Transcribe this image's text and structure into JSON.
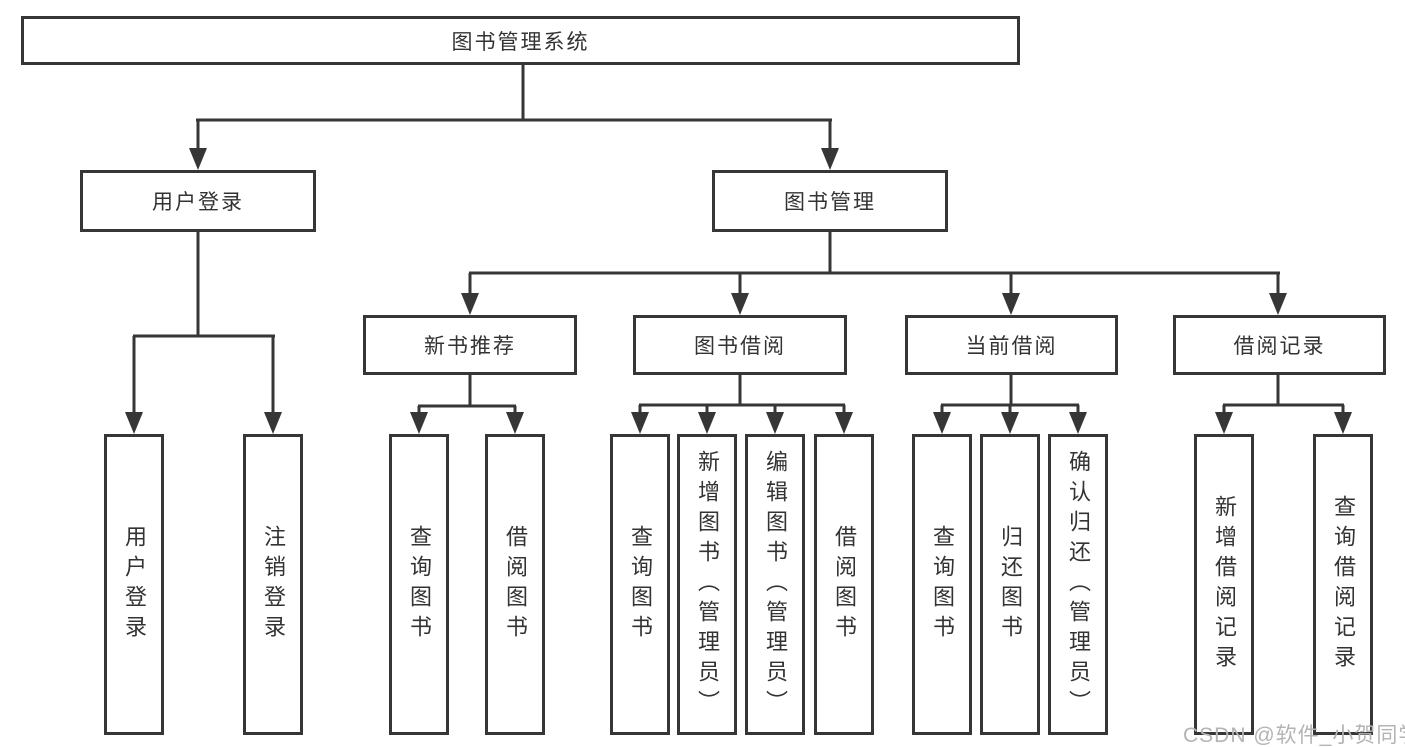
{
  "diagram": {
    "title": "图书管理系统",
    "watermark": "CSDN @软件_小贺同学",
    "colors": {
      "line": "#363636",
      "text": "#333333",
      "watermark": "#b4b4b4",
      "background": "#ffffff"
    },
    "branches": [
      {
        "label": "用户登录",
        "children": [
          {
            "label": "用户登录"
          },
          {
            "label": "注销登录"
          }
        ]
      },
      {
        "label": "图书管理",
        "children": [
          {
            "label": "新书推荐",
            "children": [
              {
                "label": "查询图书"
              },
              {
                "label": "借阅图书"
              }
            ]
          },
          {
            "label": "图书借阅",
            "children": [
              {
                "label": "查询图书"
              },
              {
                "label": "新增图书（管理员）"
              },
              {
                "label": "编辑图书（管理员）"
              },
              {
                "label": "借阅图书"
              }
            ]
          },
          {
            "label": "当前借阅",
            "children": [
              {
                "label": "查询图书"
              },
              {
                "label": "归还图书"
              },
              {
                "label": "确认归还（管理员）"
              }
            ]
          },
          {
            "label": "借阅记录",
            "children": [
              {
                "label": "新增借阅记录"
              },
              {
                "label": "查询借阅记录"
              }
            ]
          }
        ]
      }
    ]
  }
}
